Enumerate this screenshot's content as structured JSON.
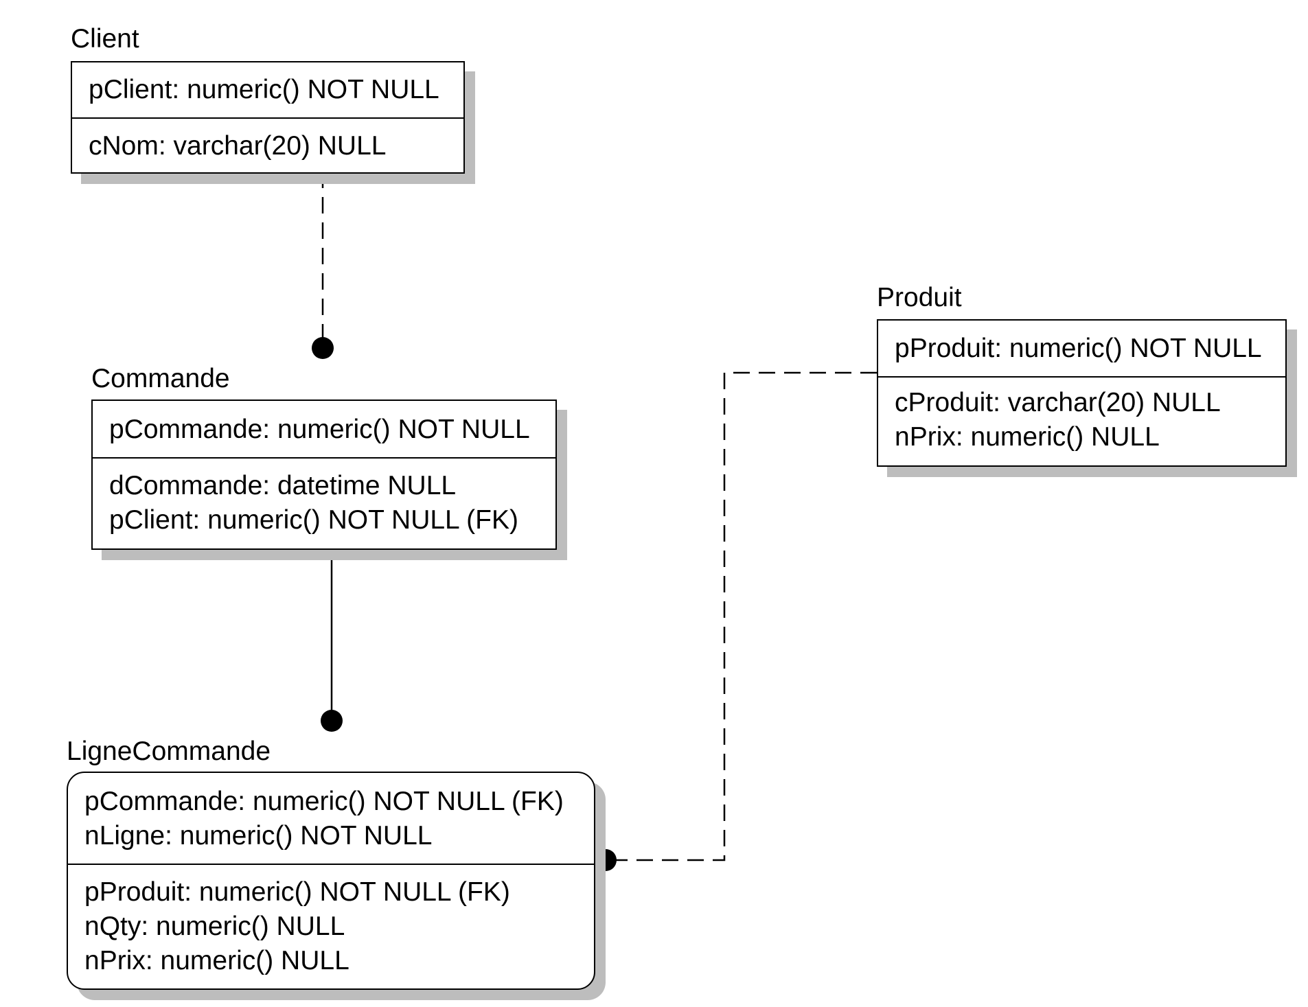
{
  "diagram": {
    "entities": [
      {
        "id": "client",
        "title": "Client",
        "key_attrs": [
          "pClient: numeric() NOT NULL"
        ],
        "attrs": [
          "cNom: varchar(20) NULL"
        ]
      },
      {
        "id": "commande",
        "title": "Commande",
        "key_attrs": [
          "pCommande: numeric() NOT NULL"
        ],
        "attrs": [
          "dCommande: datetime NULL",
          "pClient: numeric() NOT NULL (FK)"
        ]
      },
      {
        "id": "produit",
        "title": "Produit",
        "key_attrs": [
          "pProduit: numeric() NOT NULL"
        ],
        "attrs": [
          "cProduit: varchar(20) NULL",
          "nPrix: numeric() NULL"
        ]
      },
      {
        "id": "lignecommande",
        "title": "LigneCommande",
        "key_attrs": [
          "pCommande: numeric() NOT NULL (FK)",
          "nLigne: numeric() NOT NULL"
        ],
        "attrs": [
          "pProduit: numeric() NOT NULL (FK)",
          "nQty: numeric() NULL",
          "nPrix: numeric() NULL"
        ]
      }
    ],
    "relationships": [
      {
        "from": "client",
        "to": "commande",
        "line_style": "dashed",
        "end": "filled-dot"
      },
      {
        "from": "commande",
        "to": "lignecommande",
        "line_style": "solid",
        "end": "filled-dot"
      },
      {
        "from": "produit",
        "to": "lignecommande",
        "line_style": "dashed",
        "end": "filled-dot"
      }
    ]
  }
}
